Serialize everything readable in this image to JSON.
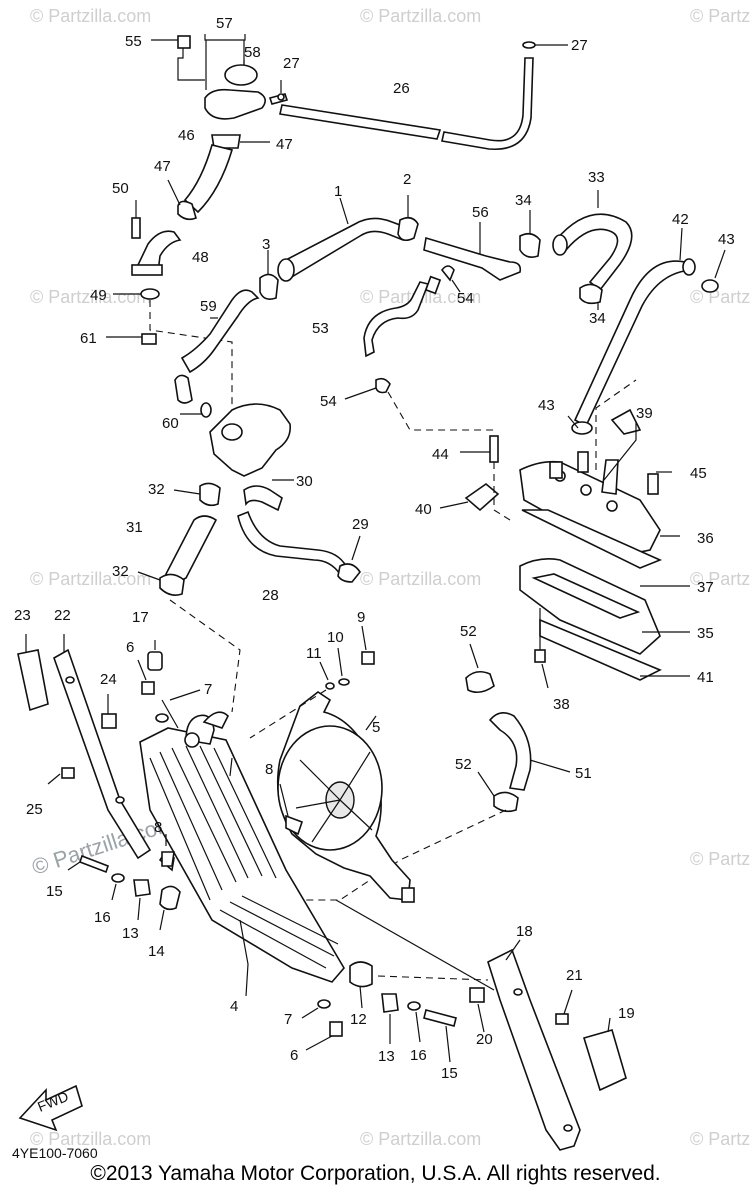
{
  "diagram": {
    "watermark": "© Partzilla.com",
    "diagram_code": "4YE100-7060",
    "fwd_label": "FWD",
    "copyright": "©2013 Yamaha Motor Corporation, U.S.A. All rights reserved.",
    "callouts": [
      "1",
      "2",
      "3",
      "4",
      "5",
      "6",
      "6",
      "7",
      "7",
      "8",
      "8",
      "9",
      "10",
      "11",
      "12",
      "13",
      "13",
      "14",
      "15",
      "15",
      "16",
      "16",
      "17",
      "18",
      "19",
      "20",
      "21",
      "22",
      "23",
      "24",
      "25",
      "26",
      "27",
      "27",
      "28",
      "29",
      "30",
      "31",
      "32",
      "32",
      "33",
      "34",
      "34",
      "35",
      "36",
      "37",
      "38",
      "39",
      "40",
      "41",
      "42",
      "43",
      "43",
      "44",
      "45",
      "46",
      "47",
      "47",
      "48",
      "49",
      "50",
      "51",
      "52",
      "52",
      "53",
      "54",
      "54",
      "55",
      "56",
      "57",
      "58",
      "59",
      "60",
      "61"
    ]
  }
}
